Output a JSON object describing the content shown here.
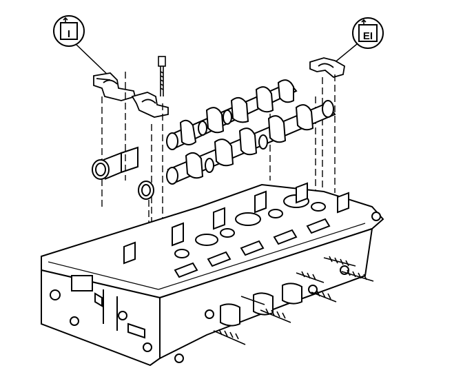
{
  "callouts": [
    {
      "id": "left",
      "label": "I"
    },
    {
      "id": "right",
      "label": "EI"
    }
  ],
  "colors": {
    "ink": "#000000",
    "paper": "#ffffff"
  }
}
